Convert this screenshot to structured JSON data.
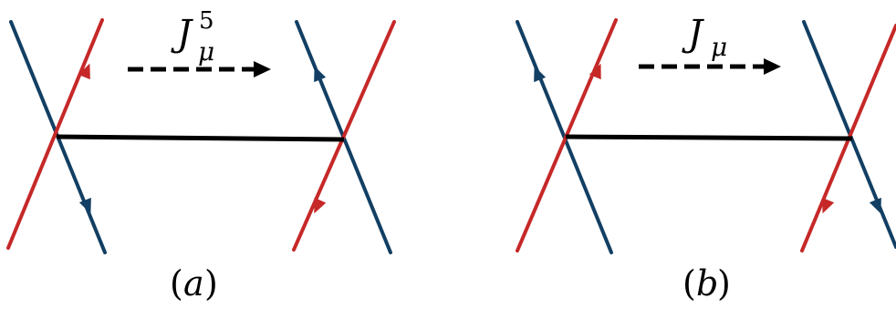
{
  "diagram": {
    "colors": {
      "blue": "#123f63",
      "red": "#c62828",
      "black": "#000000"
    },
    "panel_a": {
      "current_symbol": "J",
      "current_subscript": "μ",
      "current_superscript": "5",
      "label_open": "(",
      "label_letter": "a",
      "label_close": ")"
    },
    "panel_b": {
      "current_symbol": "J",
      "current_subscript": "μ",
      "label_open": "(",
      "label_letter": "b",
      "label_close": ")"
    }
  }
}
